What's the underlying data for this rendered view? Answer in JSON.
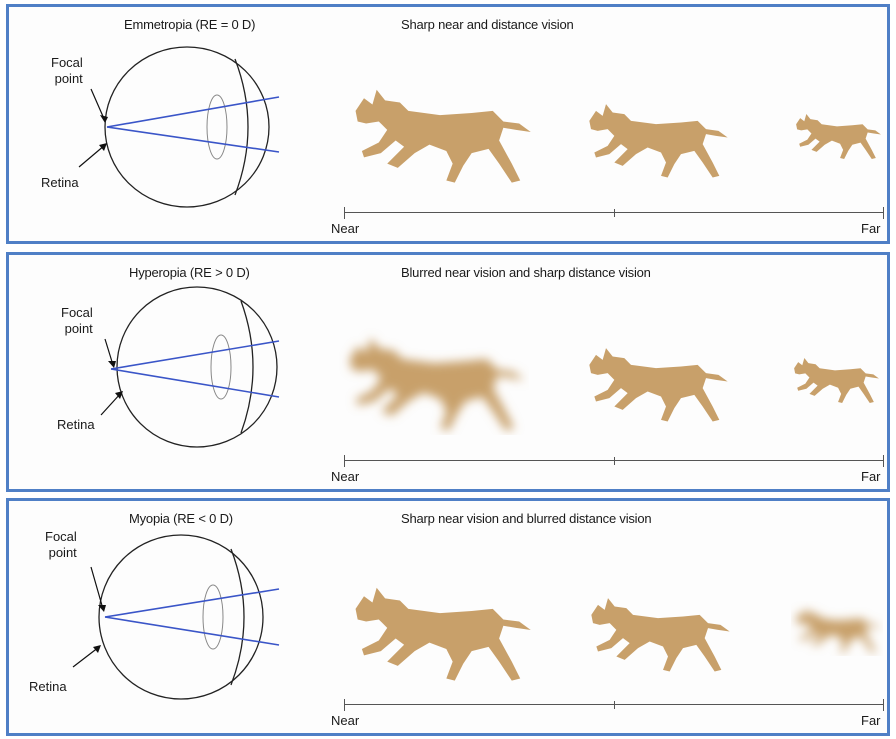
{
  "panels": [
    {
      "condition": "Emmetropia (RE = 0 D)",
      "description": "Sharp near and distance vision",
      "focal_label": [
        "Focal",
        "point"
      ],
      "retina_label": "Retina",
      "near_label": "Near",
      "far_label": "Far",
      "dogs_blur": [
        "sharp",
        "sharp",
        "sharp"
      ]
    },
    {
      "condition": "Hyperopia (RE > 0 D)",
      "description": "Blurred near vision and sharp distance vision",
      "focal_label": [
        "Focal",
        "point"
      ],
      "retina_label": "Retina",
      "near_label": "Near",
      "far_label": "Far",
      "dogs_blur": [
        "blurred",
        "sharp",
        "sharp"
      ]
    },
    {
      "condition": "Myopia (RE < 0 D)",
      "description": "Sharp near vision and blurred distance vision",
      "focal_label": [
        "Focal",
        "point"
      ],
      "retina_label": "Retina",
      "near_label": "Near",
      "far_label": "Far",
      "dogs_blur": [
        "sharp",
        "sharp",
        "blurred"
      ]
    }
  ],
  "colors": {
    "border": "#4f7fc6",
    "rays": "#3a55c8",
    "dog": "#c8a06a"
  }
}
